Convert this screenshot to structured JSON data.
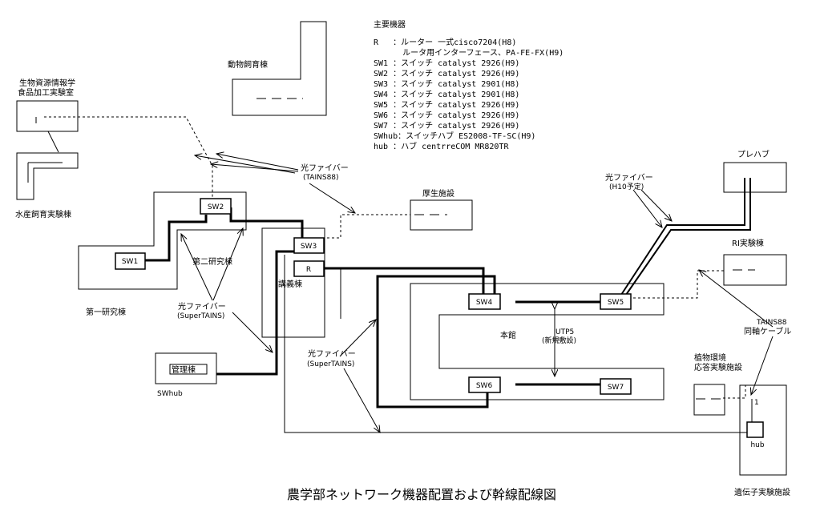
{
  "title": "農学部ネットワーク機器配置および幹線配線図",
  "equipment_list": {
    "heading": "主要機器",
    "lines": [
      "R   ：ルーター 一式cisco7204(H8)",
      "      ルータ用インターフェース、PA-FE-FX(H9)",
      "SW1 ：スイッチ catalyst 2926(H9)",
      "SW2 ：スイッチ catalyst 2926(H9)",
      "SW3 ：スイッチ catalyst 2901(H8)",
      "SW4 ：スイッチ catalyst 2901(H8)",
      "SW5 ：スイッチ catalyst 2926(H9)",
      "SW6 ：スイッチ catalyst 2926(H9)",
      "SW7 ：スイッチ catalyst 2926(H9)",
      "SWhub：スイッチハブ ES2008-TF-SC(H9)",
      "hub ：ハブ centrreCOM MR820TR"
    ]
  },
  "buildings": {
    "animal": "動物飼育棟",
    "bio1": "生物資源情報学",
    "bio2": "食品加工実験室",
    "fish": "水産飼育実験棟",
    "welfare": "厚生施設",
    "prefab": "プレハブ",
    "ri": "RI実験棟",
    "first": "第一研究棟",
    "second": "第二研究棟",
    "lecture": "講義棟",
    "admin": "管理棟",
    "main": "本館",
    "plant1": "植物環境",
    "plant2": "応答実験施設",
    "gene": "遺伝子実験施設"
  },
  "devices": {
    "sw1": "SW1",
    "sw2": "SW2",
    "sw3": "SW3",
    "r": "R",
    "sw4": "SW4",
    "sw5": "SW5",
    "sw6": "SW6",
    "sw7": "SW7",
    "swhub": "SWhub",
    "hub": "hub",
    "port1": "1"
  },
  "annotations": {
    "fiber_tains_1": "光ファイバー",
    "fiber_tains_2": "(TAINS88)",
    "fiber_h10_1": "光ファイバー",
    "fiber_h10_2": "(H10予定)",
    "fiber_super_a1": "光ファイバー",
    "fiber_super_a2": "(SuperTAINS)",
    "fiber_super_b1": "光ファイバー",
    "fiber_super_b2": "(SuperTAINS)",
    "utp1": "UTP5",
    "utp2": "(新規敷設)",
    "coax1": "TAINS88",
    "coax2": "同軸ケーブル"
  }
}
